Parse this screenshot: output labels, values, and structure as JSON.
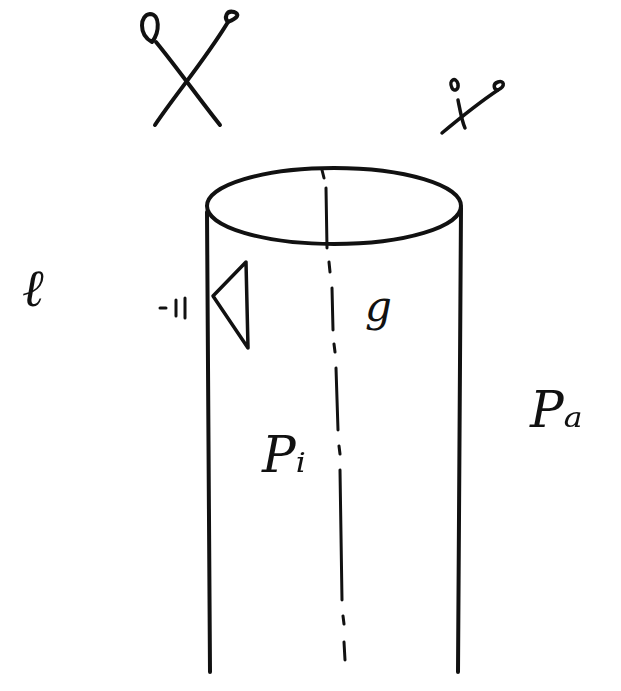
{
  "diagram": {
    "labels": [
      "ℓ",
      "g",
      "Pᵢ",
      "Pₐ"
    ]
  }
}
